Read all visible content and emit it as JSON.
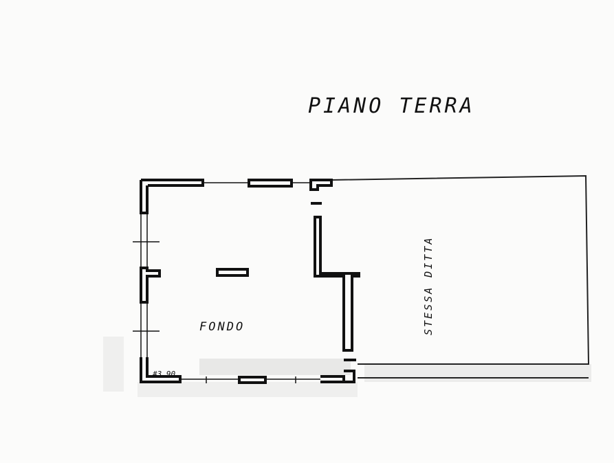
{
  "plan": {
    "title": "PIANO TERRA",
    "room_label": "FONDO",
    "adjacent_label": "STESSA DITTA",
    "dimension_label": "#3.90"
  },
  "colors": {
    "ink": "#111111",
    "paper": "#fbfbfa",
    "smudge": "#e9e9e8"
  }
}
